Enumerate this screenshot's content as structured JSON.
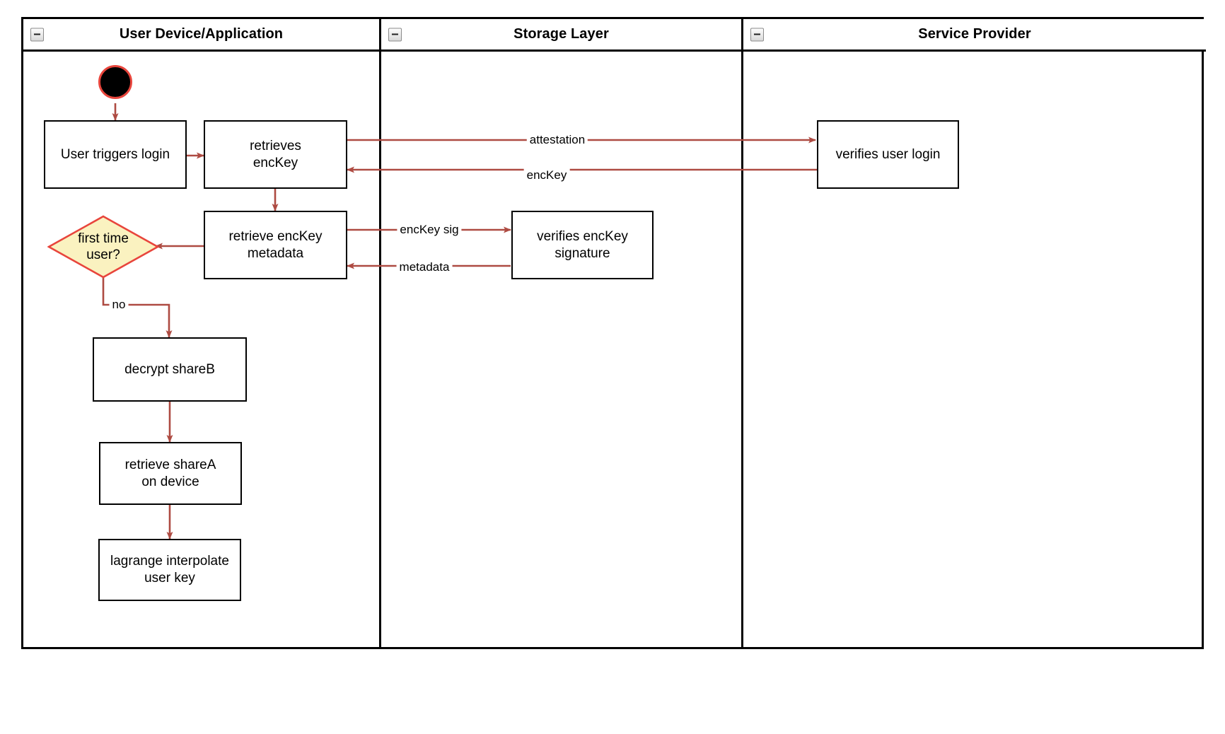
{
  "diagram": {
    "title_bar": null,
    "type": "uml-activity-swimlane",
    "accent_edge_color": "#AE4B42",
    "decision_fill": "#FAF2C0",
    "decision_stroke": "#E8453C",
    "start_node_fill": "#000000",
    "start_node_stroke": "#E8453C"
  },
  "lanes": [
    {
      "id": "lane-user-device",
      "label": "User Device/Application",
      "collapse_icon": "collapse-minus-icon"
    },
    {
      "id": "lane-storage",
      "label": "Storage Layer",
      "collapse_icon": "collapse-minus-icon"
    },
    {
      "id": "lane-service-provider",
      "label": "Service Provider",
      "collapse_icon": "collapse-minus-icon"
    }
  ],
  "nodes": {
    "start": {
      "name": "start-node",
      "shape": "initial-node"
    },
    "user_triggers_login": {
      "label": "User triggers login",
      "lane": "lane-user-device",
      "shape": "activity"
    },
    "retrieves_enckey": {
      "label": "retrieves\nencKey",
      "line1": "retrieves",
      "line2": "encKey",
      "lane": "lane-user-device",
      "shape": "activity"
    },
    "retrieve_enckey_metadata": {
      "label": "retrieve encKey\nmetadata",
      "line1": "retrieve encKey",
      "line2": "metadata",
      "lane": "lane-user-device",
      "shape": "activity"
    },
    "first_time_user": {
      "label": "first time\nuser?",
      "line1": "first time",
      "line2": "user?",
      "lane": "lane-user-device",
      "shape": "decision"
    },
    "decrypt_shareb": {
      "label": "decrypt shareB",
      "lane": "lane-user-device",
      "shape": "activity"
    },
    "retrieve_sharea": {
      "label": "retrieve shareA\non device",
      "line1": "retrieve shareA",
      "line2": "on device",
      "lane": "lane-user-device",
      "shape": "activity"
    },
    "lagrange_interpolate": {
      "label": "lagrange interpolate\nuser key",
      "line1": "lagrange interpolate",
      "line2": "user key",
      "lane": "lane-user-device",
      "shape": "activity"
    },
    "verifies_enckey_signature": {
      "label": "verifies encKey\nsignature",
      "line1": "verifies encKey",
      "line2": "signature",
      "lane": "lane-storage",
      "shape": "activity"
    },
    "verifies_user_login": {
      "label": "verifies user login",
      "lane": "lane-service-provider",
      "shape": "activity"
    }
  },
  "edges": [
    {
      "id": "edge-start-to-login",
      "from": "start",
      "to": "user_triggers_login",
      "label": ""
    },
    {
      "id": "edge-login-to-retrieves",
      "from": "user_triggers_login",
      "to": "retrieves_enckey",
      "label": ""
    },
    {
      "id": "edge-attestation",
      "from": "retrieves_enckey",
      "to": "verifies_user_login",
      "label": "attestation"
    },
    {
      "id": "edge-enckey-back",
      "from": "verifies_user_login",
      "to": "retrieves_enckey",
      "label": "encKey"
    },
    {
      "id": "edge-retrieves-to-metadata",
      "from": "retrieves_enckey",
      "to": "retrieve_enckey_metadata",
      "label": ""
    },
    {
      "id": "edge-enckey-sig",
      "from": "retrieve_enckey_metadata",
      "to": "verifies_enckey_signature",
      "label": "encKey sig"
    },
    {
      "id": "edge-metadata-back",
      "from": "verifies_enckey_signature",
      "to": "retrieve_enckey_metadata",
      "label": "metadata"
    },
    {
      "id": "edge-metadata-to-decision",
      "from": "retrieve_enckey_metadata",
      "to": "first_time_user",
      "label": ""
    },
    {
      "id": "edge-decision-no",
      "from": "first_time_user",
      "to": "decrypt_shareb",
      "label": "no"
    },
    {
      "id": "edge-decrypt-to-retrieve",
      "from": "decrypt_shareb",
      "to": "retrieve_sharea",
      "label": ""
    },
    {
      "id": "edge-retrieve-to-lagrange",
      "from": "retrieve_sharea",
      "to": "lagrange_interpolate",
      "label": ""
    }
  ]
}
